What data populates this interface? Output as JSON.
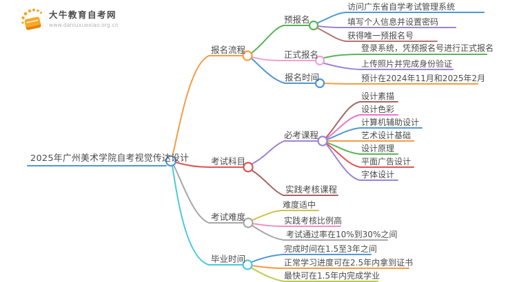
{
  "logo": {
    "title": "大牛教育自考网",
    "url": "www.daniuxuexiao.org.cn",
    "icon": "book-icon",
    "brand_color": "#f5a623"
  },
  "central": {
    "label": "2025年广州美术学院自考视觉传达设计",
    "color": "#4f97d5"
  },
  "branches": [
    {
      "label": "报名流程",
      "color": "#f59b40",
      "children": [
        {
          "label": "预报名",
          "color": "#57b456",
          "leaves": [
            {
              "text": "访问广东省自学考试管理系统",
              "color": "#4f97d5"
            },
            {
              "text": "填写个人信息并设置密码",
              "color": "#9c82d4"
            },
            {
              "text": "获得唯一预报名号",
              "color": "#b4736f"
            }
          ]
        },
        {
          "label": "正式报名",
          "color": "#efa0d8",
          "leaves": [
            {
              "text": "登录系统，凭预报名号进行正式报名",
              "color": "#57b456"
            },
            {
              "text": "上传照片并完成身份验证",
              "color": "#9c82d4"
            }
          ]
        },
        {
          "label": "报名时间",
          "color": "#4f97d5",
          "leaves": [
            {
              "text": "预计在2024年11月和2025年2月",
              "color": "#f59b40"
            }
          ]
        }
      ]
    },
    {
      "label": "考试科目",
      "color": "#e05252",
      "children": [
        {
          "label": "必考课程",
          "color": "#9c82d4",
          "leaves": [
            {
              "text": "设计素描",
              "color": "#a5655e"
            },
            {
              "text": "设计色彩",
              "color": "#ef72c8"
            },
            {
              "text": "计算机辅助设计",
              "color": "#4f97d5"
            },
            {
              "text": "艺术设计基础",
              "color": "#f59b40"
            },
            {
              "text": "设计原理",
              "color": "#57b456"
            },
            {
              "text": "平面广告设计",
              "color": "#e05252"
            },
            {
              "text": "字体设计",
              "color": "#9c82d4"
            }
          ]
        },
        {
          "label": "实践考核课程",
          "color": "#a5655e",
          "leaves": []
        }
      ]
    },
    {
      "label": "考试难度",
      "color": "#a6a6a6",
      "leaves": [
        {
          "text": "难度适中",
          "color": "#cfc14f"
        },
        {
          "text": "实践考核比例高",
          "color": "#f48fc0"
        },
        {
          "text": "考试通过率在10%到30%之间",
          "color": "#a6a6a6"
        }
      ]
    },
    {
      "label": "毕业时间",
      "color": "#48c8de",
      "leaves": [
        {
          "text": "完成时间在1.5至3年之间",
          "color": "#4f97d5"
        },
        {
          "text": "正常学习进度可在2.5年内拿到证书",
          "color": "#f59b40"
        },
        {
          "text": "最快可在1.5年内完成学业",
          "color": "#bdc94d"
        }
      ]
    }
  ]
}
